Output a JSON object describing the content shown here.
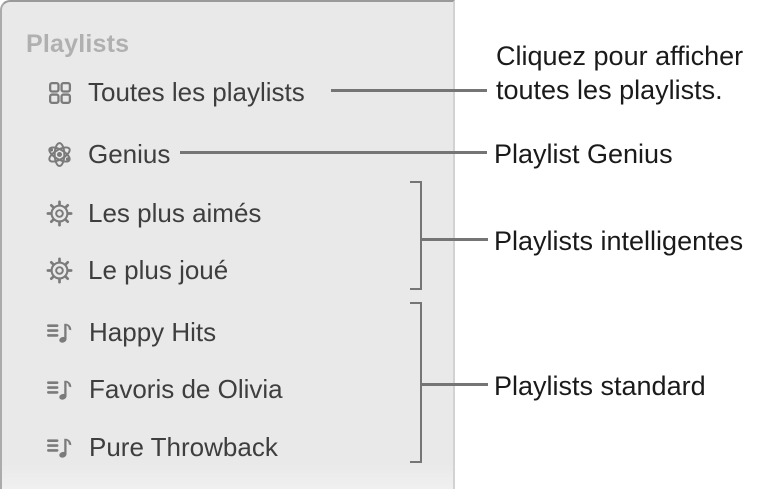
{
  "sidebar": {
    "header": "Playlists",
    "items": [
      {
        "label": "Toutes les playlists",
        "icon": "grid-icon"
      },
      {
        "label": "Genius",
        "icon": "atom-icon"
      },
      {
        "label": "Les plus aimés",
        "icon": "gear-icon"
      },
      {
        "label": "Le plus joué",
        "icon": "gear-icon"
      },
      {
        "label": "Happy Hits",
        "icon": "note-list-icon"
      },
      {
        "label": "Favoris de Olivia",
        "icon": "note-list-icon"
      },
      {
        "label": "Pure Throwback",
        "icon": "note-list-icon"
      }
    ]
  },
  "callouts": [
    {
      "text": "Cliquez pour afficher toutes les playlists.",
      "target": "Toutes les playlists"
    },
    {
      "text": "Playlist Genius",
      "target": "Genius"
    },
    {
      "text": "Playlists intelligentes",
      "target": "Les plus aimés / Le plus joué"
    },
    {
      "text": "Playlists standard",
      "target": "Happy Hits / Favoris de Olivia / Pure Throwback"
    }
  ],
  "colors": {
    "sidebar_background": "#e9e9e9",
    "sidebar_border": "#d2d2d2",
    "item_text": "#3e3e3e",
    "header_text": "#b0b0b0",
    "icon_gray": "#7b7b7b",
    "callout_line": "#757575",
    "callout_text": "#1a1a1a"
  }
}
